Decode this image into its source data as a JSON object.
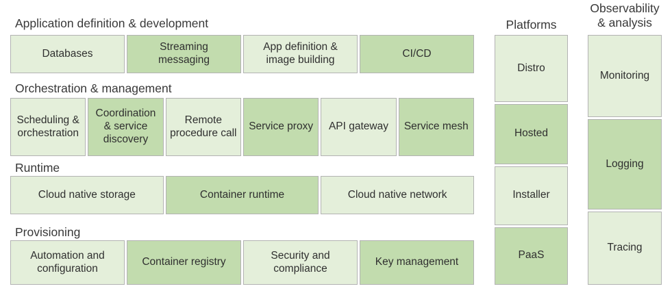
{
  "palette": {
    "box_light": "#e4efda",
    "box_medium": "#c2dcae",
    "box_border": "#b2b2b2",
    "text": "#2f2f2f"
  },
  "sections": [
    {
      "title": "Application definition & development",
      "boxes": [
        {
          "label": "Databases",
          "tone": "light"
        },
        {
          "label": "Streaming messaging",
          "tone": "medium"
        },
        {
          "label": "App definition & image building",
          "tone": "light"
        },
        {
          "label": "CI/CD",
          "tone": "medium"
        }
      ]
    },
    {
      "title": "Orchestration & management",
      "boxes": [
        {
          "label": "Scheduling & orchestration",
          "tone": "light"
        },
        {
          "label": "Coordination & service discovery",
          "tone": "medium"
        },
        {
          "label": "Remote procedure call",
          "tone": "light"
        },
        {
          "label": "Service proxy",
          "tone": "medium"
        },
        {
          "label": "API gateway",
          "tone": "light"
        },
        {
          "label": "Service mesh",
          "tone": "medium"
        }
      ]
    },
    {
      "title": "Runtime",
      "boxes": [
        {
          "label": "Cloud native storage",
          "tone": "light"
        },
        {
          "label": "Container runtime",
          "tone": "medium"
        },
        {
          "label": "Cloud native network",
          "tone": "light"
        }
      ]
    },
    {
      "title": "Provisioning",
      "boxes": [
        {
          "label": "Automation and configuration",
          "tone": "light"
        },
        {
          "label": "Container registry",
          "tone": "medium"
        },
        {
          "label": "Security and compliance",
          "tone": "light"
        },
        {
          "label": "Key management",
          "tone": "medium"
        }
      ]
    }
  ],
  "platforms": {
    "title": "Platforms",
    "boxes": [
      {
        "label": "Distro",
        "tone": "light"
      },
      {
        "label": "Hosted",
        "tone": "medium"
      },
      {
        "label": "Installer",
        "tone": "light"
      },
      {
        "label": "PaaS",
        "tone": "medium"
      }
    ]
  },
  "observability": {
    "title": "Observability & analysis",
    "boxes": [
      {
        "label": "Monitoring",
        "tone": "light"
      },
      {
        "label": "Logging",
        "tone": "medium"
      },
      {
        "label": "Tracing",
        "tone": "light"
      }
    ]
  }
}
